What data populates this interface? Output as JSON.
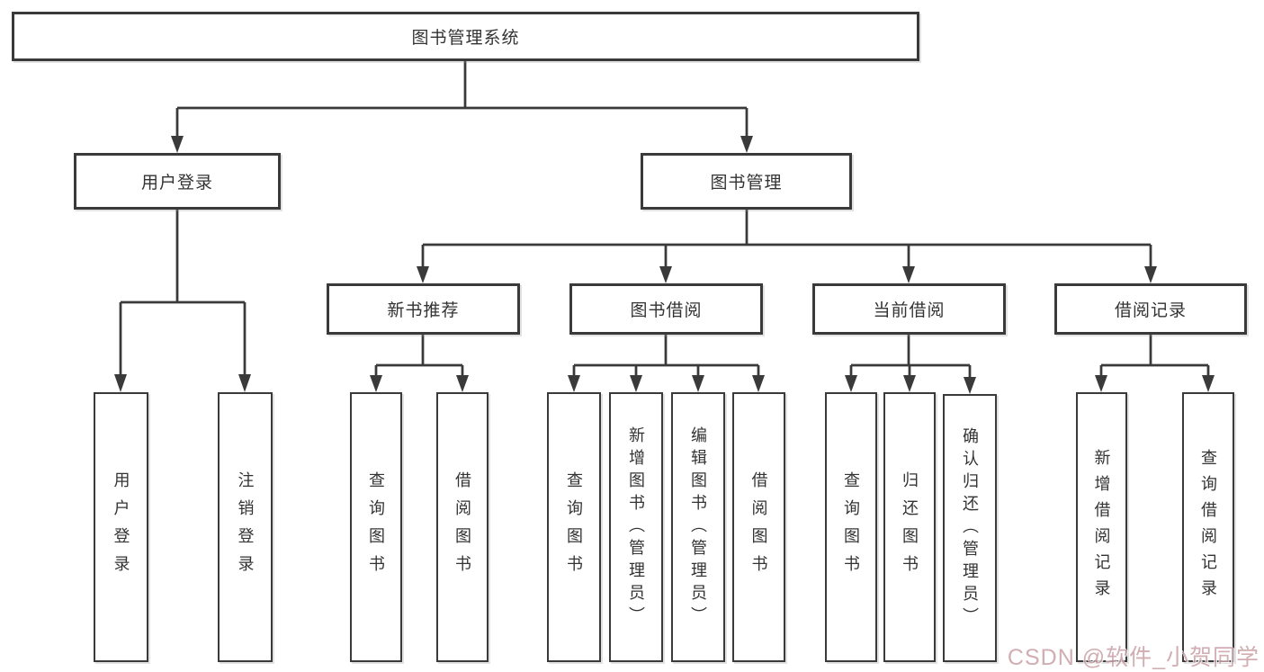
{
  "tree": {
    "root": {
      "label": "图书管理系统"
    },
    "branches": [
      {
        "label": "用户登录",
        "leaves": [
          {
            "label": "用户登录"
          },
          {
            "label": "注销登录"
          }
        ]
      },
      {
        "label": "图书管理",
        "groups": [
          {
            "label": "新书推荐",
            "leaves": [
              {
                "label": "查询图书"
              },
              {
                "label": "借阅图书"
              }
            ]
          },
          {
            "label": "图书借阅",
            "leaves": [
              {
                "label": "查询图书"
              },
              {
                "label": "新增图书（管理员）"
              },
              {
                "label": "编辑图书（管理员）"
              },
              {
                "label": "借阅图书"
              }
            ]
          },
          {
            "label": "当前借阅",
            "leaves": [
              {
                "label": "查询图书"
              },
              {
                "label": "归还图书"
              },
              {
                "label": "确认归还（管理员）"
              }
            ]
          },
          {
            "label": "借阅记录",
            "leaves": [
              {
                "label": "新增借阅记录"
              },
              {
                "label": "查询借阅记录"
              }
            ]
          }
        ]
      }
    ]
  },
  "watermark": {
    "text": "CSDN @软件_小贺同学"
  },
  "colors": {
    "line": "#3a3a3a",
    "box_border": "#3a3a3a",
    "box_fill": "#ffffff",
    "text": "#333333",
    "watermark": "#c9a0a5",
    "background": "#ffffff"
  }
}
